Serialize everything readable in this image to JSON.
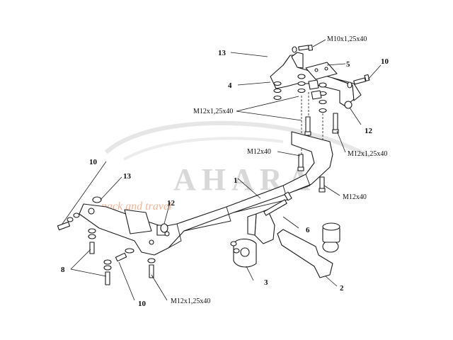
{
  "watermark": {
    "brand": "AHARA",
    "tagline": "pack and travel"
  },
  "part_numbers": {
    "p1": "1",
    "p2": "2",
    "p3": "3",
    "p4": "4",
    "p5": "5",
    "p6": "6",
    "p8": "8",
    "p10_top": "10",
    "p10_left": "10",
    "p10_bottom": "10",
    "p12_right": "12",
    "p12_center": "12",
    "p13_top": "13",
    "p13_left": "13"
  },
  "bolt_specs": {
    "top": "M10x1,25x40",
    "upper_left": "M12x1,25x40",
    "upper_right": "M12x1,25x40",
    "mid_left": "M12x40",
    "mid_right": "M12x40",
    "bottom": "M12x1,25x40"
  }
}
